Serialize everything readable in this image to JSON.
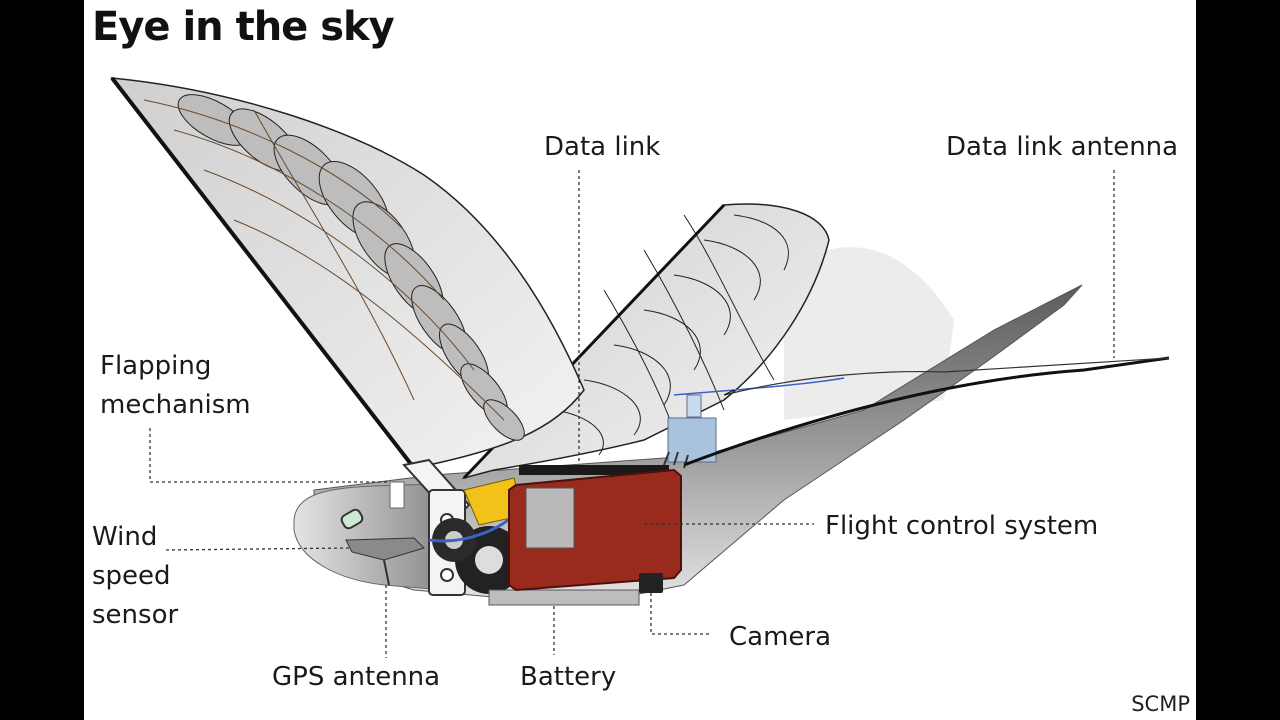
{
  "title": "Eye in the sky",
  "credit": "SCMP",
  "labels": {
    "data_link": "Data link",
    "data_link_antenna": "Data link antenna",
    "flapping_mechanism": "Flapping\nmechanism",
    "wind_speed_sensor": "Wind\nspeed\nsensor",
    "flight_control_system": "Flight control system",
    "camera": "Camera",
    "gps_antenna": "GPS antenna",
    "battery": "Battery"
  },
  "colors": {
    "background": "#000000",
    "panel": "#ffffff",
    "body_gray": "#8a8a8a",
    "flight_control_red": "#9a2a1e",
    "battery_yellow": "#f2c21b",
    "wire_blue": "#3a63c8",
    "data_link_box": "#a9c2de"
  }
}
